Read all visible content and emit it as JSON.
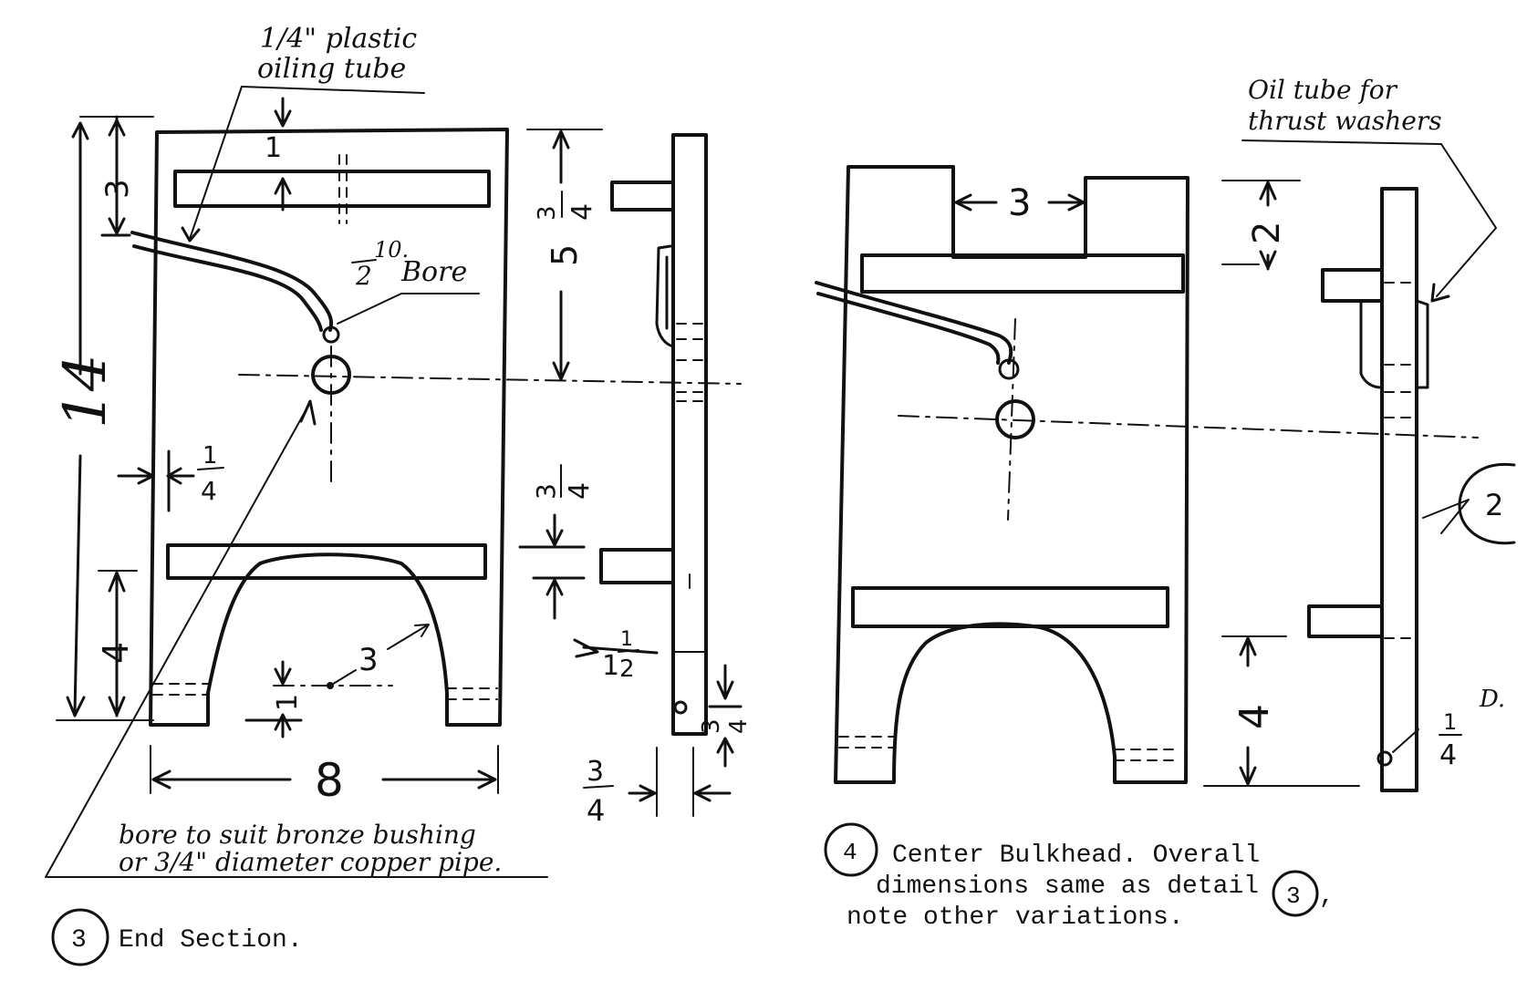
{
  "detail3": {
    "tube_label_1": "1/4\" plastic",
    "tube_label_2": "oiling tube",
    "bore_frac_num": "10.",
    "bore_frac_den": "2",
    "bore_label": "Bore",
    "dim_height": "14",
    "dim_top_3": "3",
    "dim_top_1": "1",
    "dim_side_quarter_num": "1",
    "dim_side_quarter_den": "4",
    "dim_bottom_4": "4",
    "dim_arch_3": "3",
    "dim_arch_1": "1",
    "dim_width": "8",
    "dim_side_whole": "5",
    "dim_side_frac_num": "3",
    "dim_side_frac_den": "4",
    "dim_mid_num": "3",
    "dim_mid_den": "4",
    "dim_half_whole": "1",
    "dim_half_num": "1",
    "dim_half_den": "2",
    "dim_small_3": "3",
    "dim_small_4": "4",
    "dim_thick_num": "3",
    "dim_thick_den": "4",
    "note_line1": "bore to suit bronze bushing",
    "note_line2": "or 3/4\" diameter copper pipe.",
    "callout_number": "3",
    "caption": "End Section."
  },
  "detail4": {
    "oil_label_1": "Oil tube for",
    "oil_label_2": "thrust washers",
    "dim_gap_3": "3",
    "dim_top_2": "2",
    "dim_bottom_4": "4",
    "dim_pin_num": "1",
    "dim_pin_den": "4",
    "dim_pin_d": "D.",
    "ref_circle": "2",
    "callout_number": "4",
    "caption_line1": "Center Bulkhead.  Overall",
    "caption_line2": "dimensions same as detail",
    "caption_ref": "3",
    "caption_comma": ",",
    "caption_line3": "note other variations."
  }
}
